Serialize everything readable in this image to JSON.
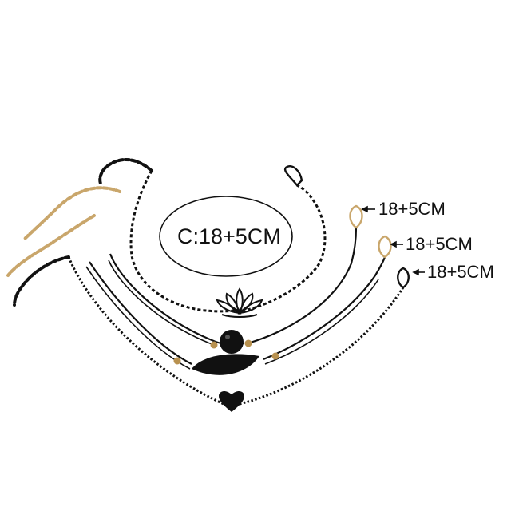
{
  "labels": {
    "center": "C:18+5CM",
    "size1": "18+5CM",
    "size2": "18+5CM",
    "size3": "18+5CM"
  },
  "colors": {
    "background": "#ffffff",
    "black_cord": "#111111",
    "gold_chain": "#c9a66b",
    "gold_bead": "#b8914f"
  }
}
